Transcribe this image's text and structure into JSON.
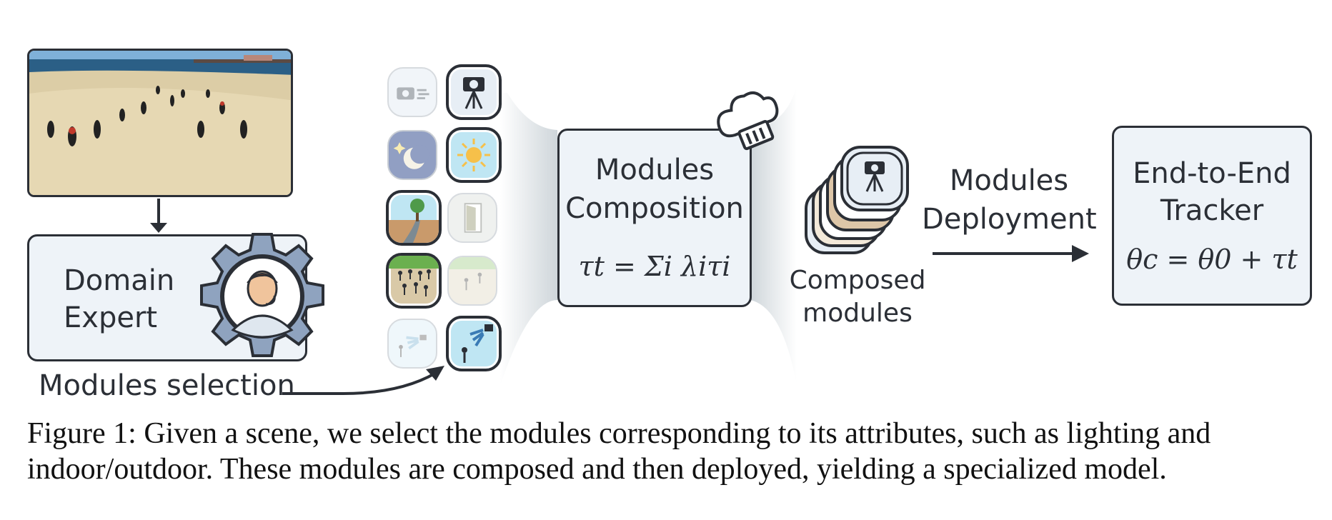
{
  "scene": {
    "alt": "beach crowd scene"
  },
  "domain_expert": {
    "line1": "Domain",
    "line2": "Expert"
  },
  "modules_selection": {
    "label": "Modules selection"
  },
  "composition": {
    "line1": "Modules",
    "line2": "Composition",
    "formula": "τt = Σi λiτi"
  },
  "composed": {
    "line1": "Composed",
    "line2": "modules"
  },
  "deployment": {
    "line1": "Modules",
    "line2": "Deployment"
  },
  "tracker": {
    "line1": "End-to-End",
    "line2": "Tracker",
    "formula": "θc = θ0 + τt"
  },
  "caption": {
    "line1": "Figure 1: Given a scene, we select the modules corresponding to its attributes, such as lighting and",
    "line2": "indoor/outdoor. These modules are composed and then deployed, yielding a specialized model."
  },
  "modules": [
    {
      "left": "camera-moving-icon",
      "right": "camera-static-icon",
      "selected": "right"
    },
    {
      "left": "night-icon",
      "right": "day-icon",
      "selected": "right"
    },
    {
      "left": "outdoor-icon",
      "right": "indoor-icon",
      "selected": "left"
    },
    {
      "left": "crowded-icon",
      "right": "sparse-icon",
      "selected": "left"
    },
    {
      "left": "camera-far-icon",
      "right": "camera-close-icon",
      "selected": "right"
    }
  ],
  "colors": {
    "box_fill": "#eef3f8",
    "stroke": "#2b2f36",
    "gear": "#8fa3bf"
  }
}
